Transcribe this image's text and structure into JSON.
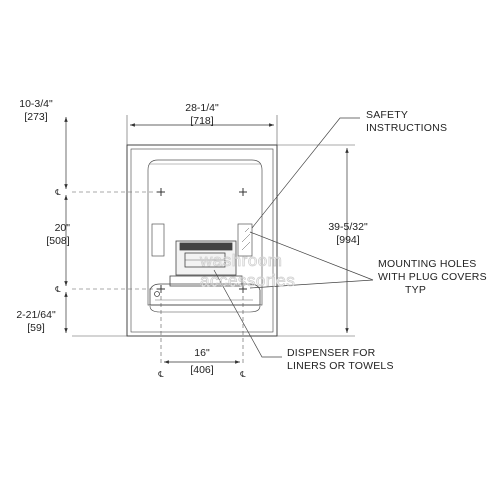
{
  "dimensions": {
    "width_overall": {
      "imperial": "28-1/4\"",
      "metric": "[718]"
    },
    "top_offset": {
      "imperial": "10-3/4\"",
      "metric": "[273]"
    },
    "hole_vertical": {
      "imperial": "20\"",
      "metric": "[508]"
    },
    "bottom_offset": {
      "imperial": "2-21/64\"",
      "metric": "[59]"
    },
    "height_overall": {
      "imperial": "39-5/32\"",
      "metric": "[994]"
    },
    "hole_horizontal": {
      "imperial": "16\"",
      "metric": "[406]"
    }
  },
  "callouts": {
    "safety": {
      "line1": "SAFETY",
      "line2": "INSTRUCTIONS"
    },
    "mounting": {
      "line1": "MOUNTING HOLES",
      "line2": "WITH PLUG COVERS",
      "line3": "TYP"
    },
    "dispenser": {
      "line1": "DISPENSER FOR",
      "line2": "LINERS OR TOWELS"
    }
  },
  "centerline_symbol": "℄",
  "watermark": {
    "line1": "washroom",
    "line2": "accessories"
  },
  "colors": {
    "line": "#333333",
    "text": "#222222",
    "frame": "#444444"
  }
}
